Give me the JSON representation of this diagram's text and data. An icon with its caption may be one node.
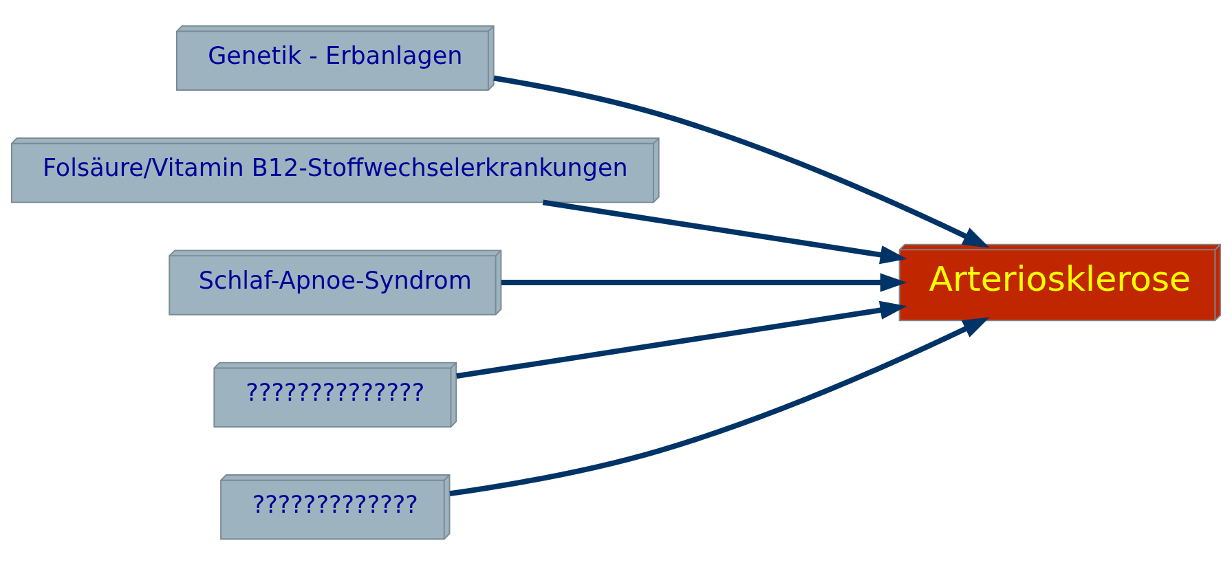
{
  "diagram": {
    "nodes": [
      {
        "text": [
          "Genetik - Erbanlagen"
        ]
      },
      {
        "text": [
          "Folsäure/Vitamin B12-Stoffwechselerkrankungen"
        ]
      },
      {
        "text": [
          "Schlaf-Apnoe-Syndrom"
        ]
      },
      {
        "text": [
          "??????????????"
        ]
      },
      {
        "text": [
          "?????????????"
        ]
      },
      {
        "text": [
          "Arteriosklerose"
        ]
      }
    ],
    "edges": [
      {
        "from": 0,
        "to": 5,
        "arrow": "to"
      },
      {
        "from": 1,
        "to": 5,
        "arrow": "to"
      },
      {
        "from": 2,
        "to": 5,
        "arrow": "to"
      },
      {
        "from": 3,
        "to": 5,
        "arrow": "to"
      },
      {
        "from": 4,
        "to": 5,
        "arrow": "to"
      }
    ]
  }
}
